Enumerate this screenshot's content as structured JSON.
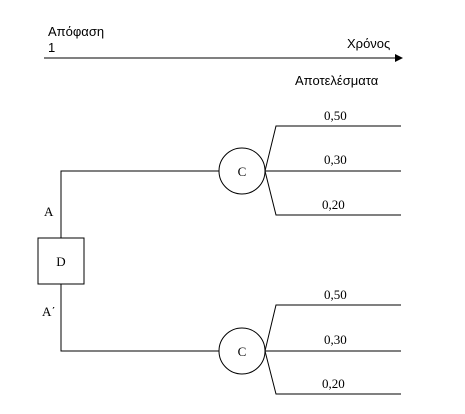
{
  "header": {
    "decision_label": "Απόφαση",
    "stage_label": "1",
    "time_label": "Χρόνος"
  },
  "diagram": {
    "outcomes_label": "Αποτελέσματα",
    "decision_node": "D",
    "branch_a": "A",
    "branch_a_prime": "A΄",
    "chance_node_top": "C",
    "chance_node_bottom": "C",
    "top_probabilities": [
      "0,50",
      "0,30",
      "0,20"
    ],
    "bottom_probabilities": [
      "0,50",
      "0,30",
      "0,20"
    ]
  },
  "colors": {
    "line": "#000000",
    "background": "#ffffff"
  }
}
